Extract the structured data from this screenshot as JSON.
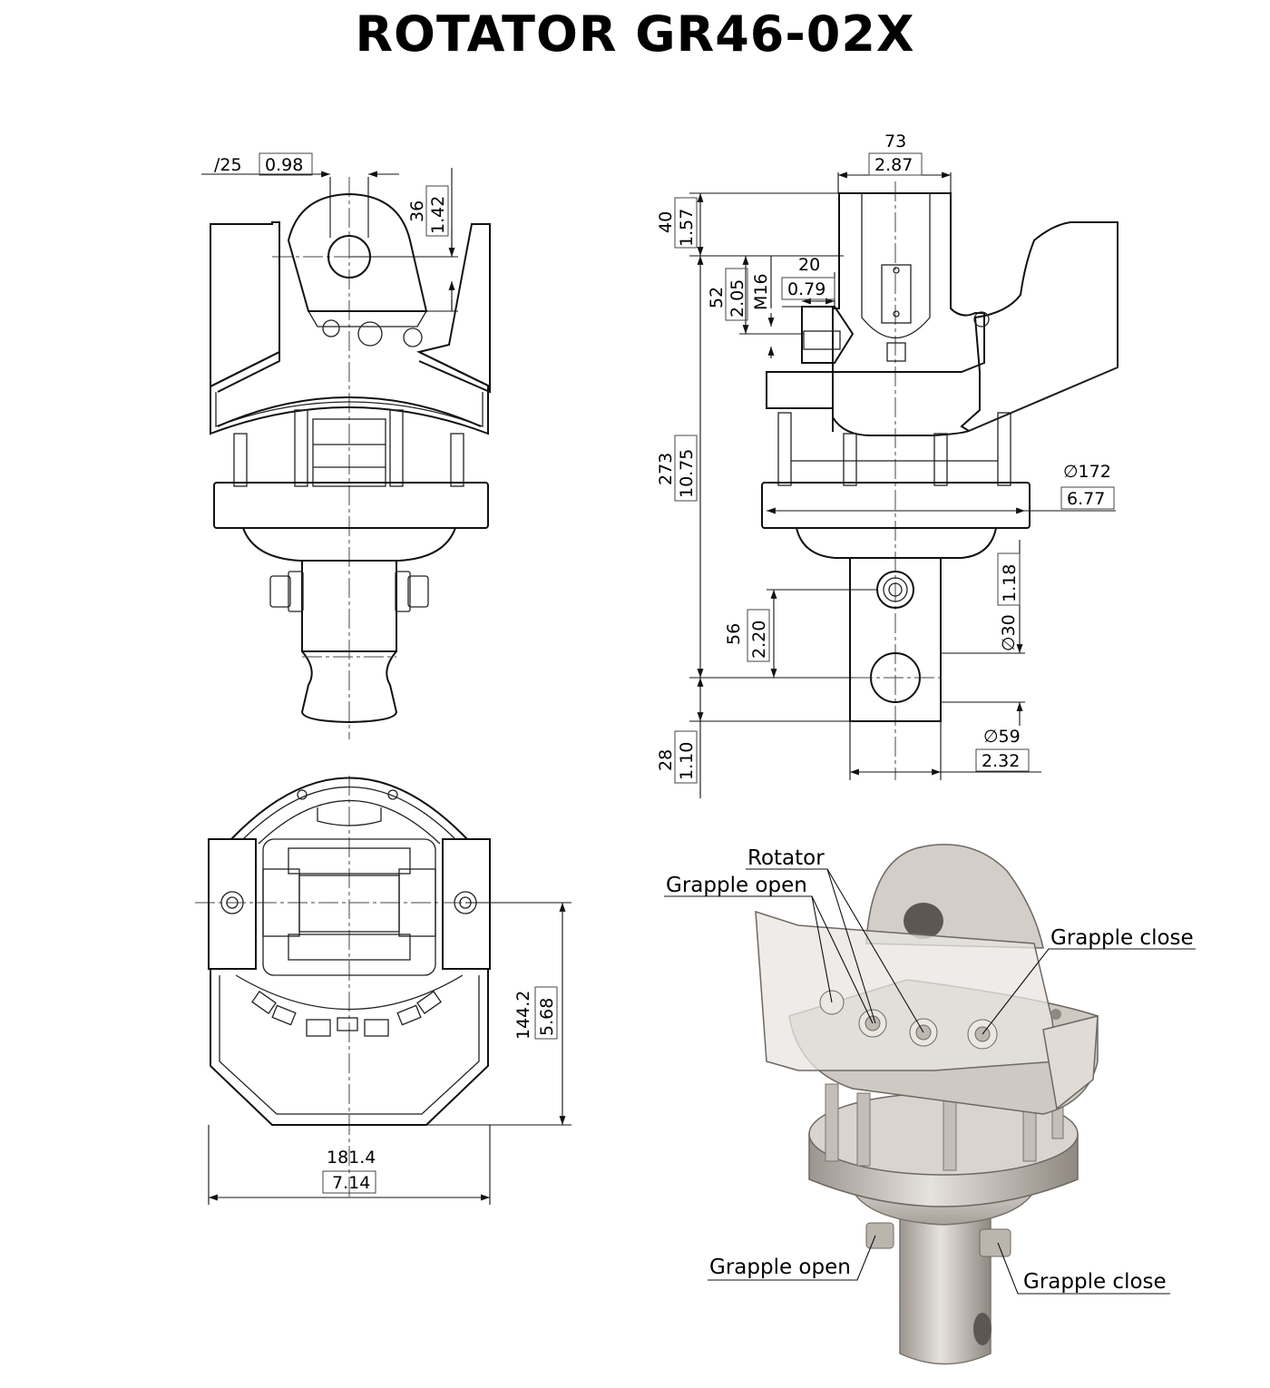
{
  "title": "ROTATOR  GR46-02X",
  "dimensions": {
    "pin_dia": "∕25",
    "pin_dia_in": "0.98",
    "pin_height": "36",
    "pin_height_in": "1.42",
    "top_width": "73",
    "top_width_in": "2.87",
    "top_height": "40",
    "top_height_in": "1.57",
    "m16": "M16",
    "port_offset": "52",
    "port_offset_in": "2.05",
    "port_depth": "20",
    "port_depth_in": "0.79",
    "total_height": "273",
    "total_height_in": "10.75",
    "flange_dia": "∅172",
    "flange_dia_in": "6.77",
    "hole_dist": "56",
    "hole_dist_in": "2.20",
    "hole_dia": "∅30",
    "hole_dia_in": "1.18",
    "shaft_end": "28",
    "shaft_end_in": "1.10",
    "shaft_dia": "∅59",
    "shaft_dia_in": "2.32",
    "bottom_height": "144.2",
    "bottom_height_in": "5.68",
    "bottom_width": "181.4",
    "bottom_width_in": "7.14"
  },
  "labels": {
    "rotator": "Rotator",
    "grapple_open_top": "Grapple open",
    "grapple_close_top": "Grapple close",
    "grapple_open_bottom": "Grapple open",
    "grapple_close_bottom": "Grapple close"
  },
  "colors": {
    "line": "#111111",
    "render_shade": "#c9c3bd"
  }
}
